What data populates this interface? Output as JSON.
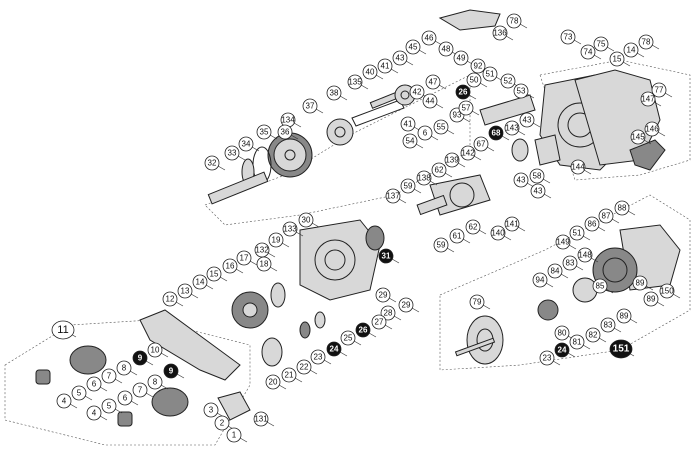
{
  "labels": [
    {
      "id": "78a",
      "text": "78",
      "style": "normal"
    },
    {
      "id": "136",
      "text": "136",
      "style": "normal"
    },
    {
      "id": "73",
      "text": "73",
      "style": "normal"
    },
    {
      "id": "75",
      "text": "75",
      "style": "normal"
    },
    {
      "id": "74",
      "text": "74",
      "style": "normal"
    },
    {
      "id": "14a",
      "text": "14",
      "style": "normal"
    },
    {
      "id": "78b",
      "text": "78",
      "style": "normal"
    },
    {
      "id": "15a",
      "text": "15",
      "style": "normal"
    },
    {
      "id": "77",
      "text": "77",
      "style": "normal"
    },
    {
      "id": "147",
      "text": "147",
      "style": "normal"
    },
    {
      "id": "46",
      "text": "46",
      "style": "normal"
    },
    {
      "id": "45",
      "text": "45",
      "style": "normal"
    },
    {
      "id": "48",
      "text": "48",
      "style": "normal"
    },
    {
      "id": "49",
      "text": "49",
      "style": "normal"
    },
    {
      "id": "92",
      "text": "92",
      "style": "normal"
    },
    {
      "id": "50",
      "text": "50",
      "style": "normal"
    },
    {
      "id": "51a",
      "text": "51",
      "style": "normal"
    },
    {
      "id": "52",
      "text": "52",
      "style": "normal"
    },
    {
      "id": "53",
      "text": "53",
      "style": "normal"
    },
    {
      "id": "43a",
      "text": "43",
      "style": "normal"
    },
    {
      "id": "41a",
      "text": "41",
      "style": "normal"
    },
    {
      "id": "40",
      "text": "40",
      "style": "normal"
    },
    {
      "id": "135",
      "text": "135",
      "style": "normal"
    },
    {
      "id": "42",
      "text": "42",
      "style": "normal"
    },
    {
      "id": "47",
      "text": "47",
      "style": "normal"
    },
    {
      "id": "26a",
      "text": "26",
      "style": "highlight"
    },
    {
      "id": "44",
      "text": "44",
      "style": "normal"
    },
    {
      "id": "38",
      "text": "38",
      "style": "normal"
    },
    {
      "id": "37",
      "text": "37",
      "style": "normal"
    },
    {
      "id": "134",
      "text": "134",
      "style": "normal"
    },
    {
      "id": "36",
      "text": "36",
      "style": "normal"
    },
    {
      "id": "35",
      "text": "35",
      "style": "normal"
    },
    {
      "id": "34",
      "text": "34",
      "style": "normal"
    },
    {
      "id": "33",
      "text": "33",
      "style": "normal"
    },
    {
      "id": "32",
      "text": "32",
      "style": "normal"
    },
    {
      "id": "41b",
      "text": "41",
      "style": "normal"
    },
    {
      "id": "93",
      "text": "93",
      "style": "normal"
    },
    {
      "id": "57",
      "text": "57",
      "style": "normal"
    },
    {
      "id": "55",
      "text": "55",
      "style": "normal"
    },
    {
      "id": "6a",
      "text": "6",
      "style": "normal"
    },
    {
      "id": "54",
      "text": "54",
      "style": "normal"
    },
    {
      "id": "68",
      "text": "68",
      "style": "highlight"
    },
    {
      "id": "143",
      "text": "143",
      "style": "normal"
    },
    {
      "id": "43b",
      "text": "43",
      "style": "normal"
    },
    {
      "id": "145",
      "text": "145",
      "style": "normal"
    },
    {
      "id": "146",
      "text": "146",
      "style": "normal"
    },
    {
      "id": "144",
      "text": "144",
      "style": "normal"
    },
    {
      "id": "67",
      "text": "67",
      "style": "normal"
    },
    {
      "id": "142",
      "text": "142",
      "style": "normal"
    },
    {
      "id": "139",
      "text": "139",
      "style": "normal"
    },
    {
      "id": "62a",
      "text": "62",
      "style": "normal"
    },
    {
      "id": "138",
      "text": "138",
      "style": "normal"
    },
    {
      "id": "59a",
      "text": "59",
      "style": "normal"
    },
    {
      "id": "137",
      "text": "137",
      "style": "normal"
    },
    {
      "id": "58",
      "text": "58",
      "style": "normal"
    },
    {
      "id": "43c",
      "text": "43",
      "style": "normal"
    },
    {
      "id": "43d",
      "text": "43",
      "style": "normal"
    },
    {
      "id": "62b",
      "text": "62",
      "style": "normal"
    },
    {
      "id": "61",
      "text": "61",
      "style": "normal"
    },
    {
      "id": "59b",
      "text": "59",
      "style": "normal"
    },
    {
      "id": "140",
      "text": "140",
      "style": "normal"
    },
    {
      "id": "141",
      "text": "141",
      "style": "normal"
    },
    {
      "id": "30",
      "text": "30",
      "style": "normal"
    },
    {
      "id": "133",
      "text": "133",
      "style": "normal"
    },
    {
      "id": "19",
      "text": "19",
      "style": "normal"
    },
    {
      "id": "132",
      "text": "132",
      "style": "normal"
    },
    {
      "id": "17",
      "text": "17",
      "style": "normal"
    },
    {
      "id": "18",
      "text": "18",
      "style": "normal"
    },
    {
      "id": "16",
      "text": "16",
      "style": "normal"
    },
    {
      "id": "15b",
      "text": "15",
      "style": "normal"
    },
    {
      "id": "14b",
      "text": "14",
      "style": "normal"
    },
    {
      "id": "13",
      "text": "13",
      "style": "normal"
    },
    {
      "id": "12",
      "text": "12",
      "style": "normal"
    },
    {
      "id": "31",
      "text": "31",
      "style": "highlight"
    },
    {
      "id": "29a",
      "text": "29",
      "style": "normal"
    },
    {
      "id": "29b",
      "text": "29",
      "style": "normal"
    },
    {
      "id": "28",
      "text": "28",
      "style": "normal"
    },
    {
      "id": "27",
      "text": "27",
      "style": "normal"
    },
    {
      "id": "26b",
      "text": "26",
      "style": "highlight"
    },
    {
      "id": "25",
      "text": "25",
      "style": "normal"
    },
    {
      "id": "24a",
      "text": "24",
      "style": "highlight"
    },
    {
      "id": "23a",
      "text": "23",
      "style": "normal"
    },
    {
      "id": "22",
      "text": "22",
      "style": "normal"
    },
    {
      "id": "21",
      "text": "21",
      "style": "normal"
    },
    {
      "id": "20",
      "text": "20",
      "style": "normal"
    },
    {
      "id": "11",
      "text": "11",
      "style": "large"
    },
    {
      "id": "10",
      "text": "10",
      "style": "normal"
    },
    {
      "id": "9a",
      "text": "9",
      "style": "highlight"
    },
    {
      "id": "9b",
      "text": "9",
      "style": "highlight"
    },
    {
      "id": "8a",
      "text": "8",
      "style": "normal"
    },
    {
      "id": "8b",
      "text": "8",
      "style": "normal"
    },
    {
      "id": "7a",
      "text": "7",
      "style": "normal"
    },
    {
      "id": "7b",
      "text": "7",
      "style": "normal"
    },
    {
      "id": "6b",
      "text": "6",
      "style": "normal"
    },
    {
      "id": "6c",
      "text": "6",
      "style": "normal"
    },
    {
      "id": "5a",
      "text": "5",
      "style": "normal"
    },
    {
      "id": "5b",
      "text": "5",
      "style": "normal"
    },
    {
      "id": "4a",
      "text": "4",
      "style": "normal"
    },
    {
      "id": "4b",
      "text": "4",
      "style": "normal"
    },
    {
      "id": "3",
      "text": "3",
      "style": "normal"
    },
    {
      "id": "2",
      "text": "2",
      "style": "normal"
    },
    {
      "id": "1",
      "text": "1",
      "style": "normal"
    },
    {
      "id": "131",
      "text": "131",
      "style": "normal"
    },
    {
      "id": "88",
      "text": "88",
      "style": "normal"
    },
    {
      "id": "87",
      "text": "87",
      "style": "normal"
    },
    {
      "id": "86",
      "text": "86",
      "style": "normal"
    },
    {
      "id": "51b",
      "text": "51",
      "style": "normal"
    },
    {
      "id": "149",
      "text": "149",
      "style": "normal"
    },
    {
      "id": "148",
      "text": "148",
      "style": "normal"
    },
    {
      "id": "83a",
      "text": "83",
      "style": "normal"
    },
    {
      "id": "84",
      "text": "84",
      "style": "normal"
    },
    {
      "id": "94",
      "text": "94",
      "style": "normal"
    },
    {
      "id": "85",
      "text": "85",
      "style": "normal"
    },
    {
      "id": "89a",
      "text": "89",
      "style": "normal"
    },
    {
      "id": "89b",
      "text": "89",
      "style": "normal"
    },
    {
      "id": "150",
      "text": "150",
      "style": "normal"
    },
    {
      "id": "89c",
      "text": "89",
      "style": "normal"
    },
    {
      "id": "83b",
      "text": "83",
      "style": "normal"
    },
    {
      "id": "82",
      "text": "82",
      "style": "normal"
    },
    {
      "id": "81",
      "text": "81",
      "style": "normal"
    },
    {
      "id": "80",
      "text": "80",
      "style": "normal"
    },
    {
      "id": "23b",
      "text": "23",
      "style": "normal"
    },
    {
      "id": "24b",
      "text": "24",
      "style": "highlight"
    },
    {
      "id": "79",
      "text": "79",
      "style": "normal"
    },
    {
      "id": "151",
      "text": "151",
      "style": "highlight"
    }
  ]
}
